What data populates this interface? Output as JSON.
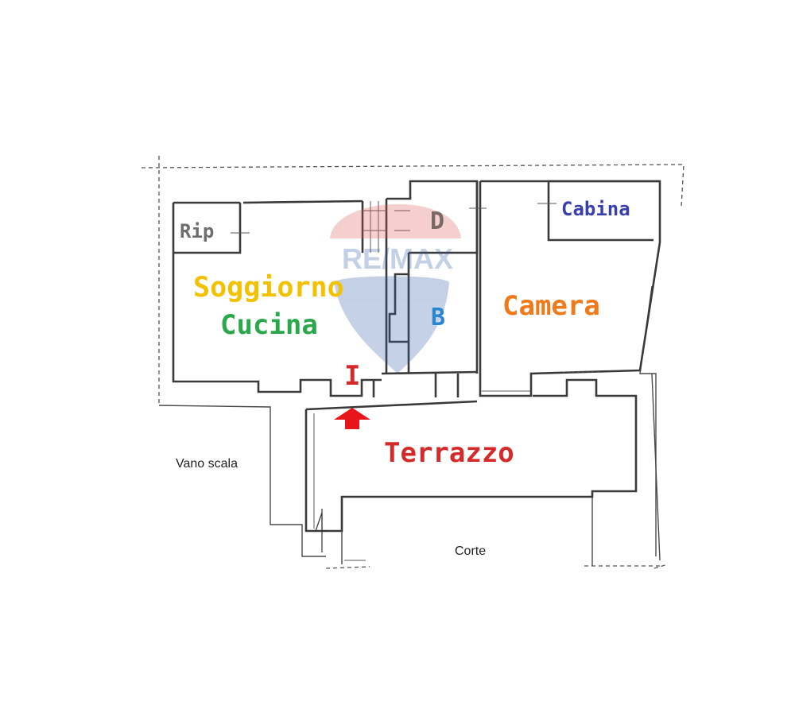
{
  "rooms": {
    "rip": "Rip",
    "d": "D",
    "cabina": "Cabina",
    "soggiorno": "Soggiorno",
    "cucina": "Cucina",
    "b": "B",
    "camera": "Camera",
    "ingresso": "I",
    "terrazzo": "Terrazzo"
  },
  "annotations": {
    "vano_scala": "Vano scala",
    "corte": "Corte"
  },
  "watermark": {
    "brand": "RE/MAX"
  },
  "colors": {
    "rip": "#6e6e6e",
    "d": "#7a6a66",
    "cabina": "#3a3fb0",
    "soggiorno": "#f2c200",
    "cucina": "#2aa84a",
    "b": "#2a86d0",
    "camera": "#f07a1a",
    "ingresso": "#d42a2a",
    "terrazzo": "#d42a2a",
    "entrance_arrow": "#e8151b",
    "walls": "#3a3a3a",
    "watermark_red": "#d9564f",
    "watermark_blue": "#2f5aa8"
  },
  "icons": {
    "entrance": "up-arrow-icon",
    "north": "north-arrow-icon"
  }
}
